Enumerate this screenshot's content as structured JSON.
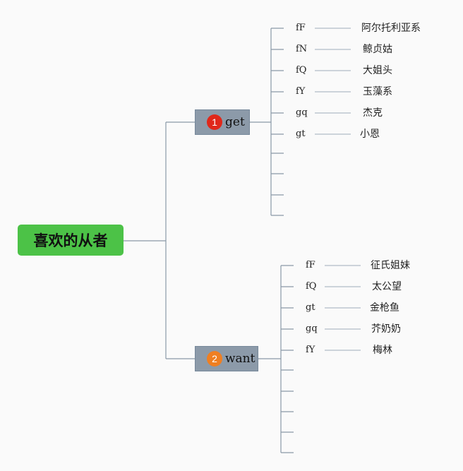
{
  "root": {
    "label": "喜欢的从者"
  },
  "branches": [
    {
      "number": "1",
      "label": "get",
      "badge_color": "#e0281b",
      "items": [
        {
          "key": "fF",
          "value": "阿尔托利亚系"
        },
        {
          "key": "fN",
          "value": "鲸贞姑"
        },
        {
          "key": "fQ",
          "value": "大姐头"
        },
        {
          "key": "fY",
          "value": "玉藻系"
        },
        {
          "key": "gq",
          "value": "杰克"
        },
        {
          "key": "gt",
          "value": "小恩"
        }
      ]
    },
    {
      "number": "2",
      "label": "want",
      "badge_color": "#ef7f22",
      "items": [
        {
          "key": "fF",
          "value": "征氏姐妹"
        },
        {
          "key": "fQ",
          "value": "太公望"
        },
        {
          "key": "gt",
          "value": "金枪鱼"
        },
        {
          "key": "gq",
          "value": "芥奶奶"
        },
        {
          "key": "fY",
          "value": "梅林"
        }
      ]
    }
  ],
  "colors": {
    "root": "#4cc247",
    "branch": "#8c9aa9",
    "connector": "#8a99a8"
  }
}
